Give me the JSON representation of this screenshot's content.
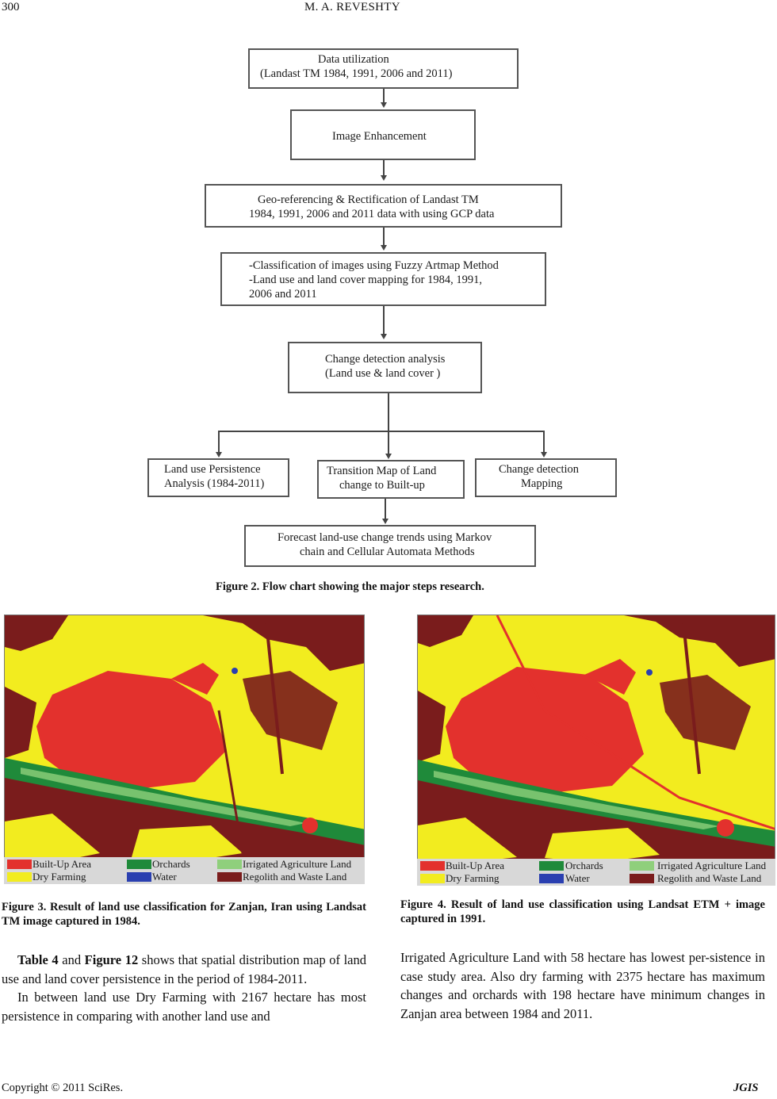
{
  "header": {
    "page_number": "300",
    "author": "M. A. REVESHTY"
  },
  "flowchart": {
    "boxes": {
      "data_utilization": [
        "Data utilization",
        "(Landast TM 1984, 1991, 2006 and 2011)"
      ],
      "image_enhancement": [
        "Image Enhancement"
      ],
      "georeferencing": [
        "Geo-referencing & Rectification of Landast TM",
        "1984, 1991, 2006 and 2011 data with using GCP data"
      ],
      "classification": [
        "-Classification of images using Fuzzy Artmap Method",
        "-Land use and land cover mapping for 1984, 1991,",
        "2006 and 2011"
      ],
      "change_detection": [
        "Change detection analysis",
        "(Land use & land cover )"
      ],
      "persistence": [
        "Land use Persistence",
        "Analysis (1984-2011)"
      ],
      "transition": [
        "Transition Map of Land",
        "change to Built-up"
      ],
      "change_mapping": [
        "Change detection",
        "Mapping"
      ],
      "forecast": [
        "Forecast land-use change trends using Markov",
        "chain and Cellular Automata Methods"
      ]
    },
    "caption": "Figure 2. Flow chart showing the major steps research."
  },
  "legend": {
    "items": [
      "Built-Up Area",
      "Orchards",
      "Irrigated Agriculture Land",
      "Dry Farming",
      "Water",
      "Regolith and Waste Land"
    ],
    "colors": [
      "#e3312d",
      "#1f8a3a",
      "#8fcf7c",
      "#f2ec1f",
      "#2a3fb0",
      "#7a1c1c"
    ]
  },
  "figure3": {
    "caption": "Figure 3. Result of land use classification for Zanjan, Iran using Landsat TM image captured in 1984."
  },
  "figure4": {
    "caption": "Figure 4. Result of land use classification using Landsat ETM + image captured in 1991."
  },
  "body": {
    "para1_ref1": "Table 4",
    "para1_and": " and ",
    "para1_ref2": "Figure 12",
    "para1_rest": " shows that spatial distribution map of land use and land cover persistence in the period of 1984-2011.",
    "para2": "In between land use Dry Farming with 2167 hectare has most persistence in comparing with another land use and",
    "para3": "Irrigated Agriculture Land with 58 hectare has lowest per-sistence in case study area. Also dry farming with 2375 hectare has maximum changes and orchards with 198 hectare have minimum changes in Zanjan area between 1984 and 2011."
  },
  "footer": {
    "copyright": "Copyright © 2011 SciRes.",
    "journal": "JGIS"
  }
}
